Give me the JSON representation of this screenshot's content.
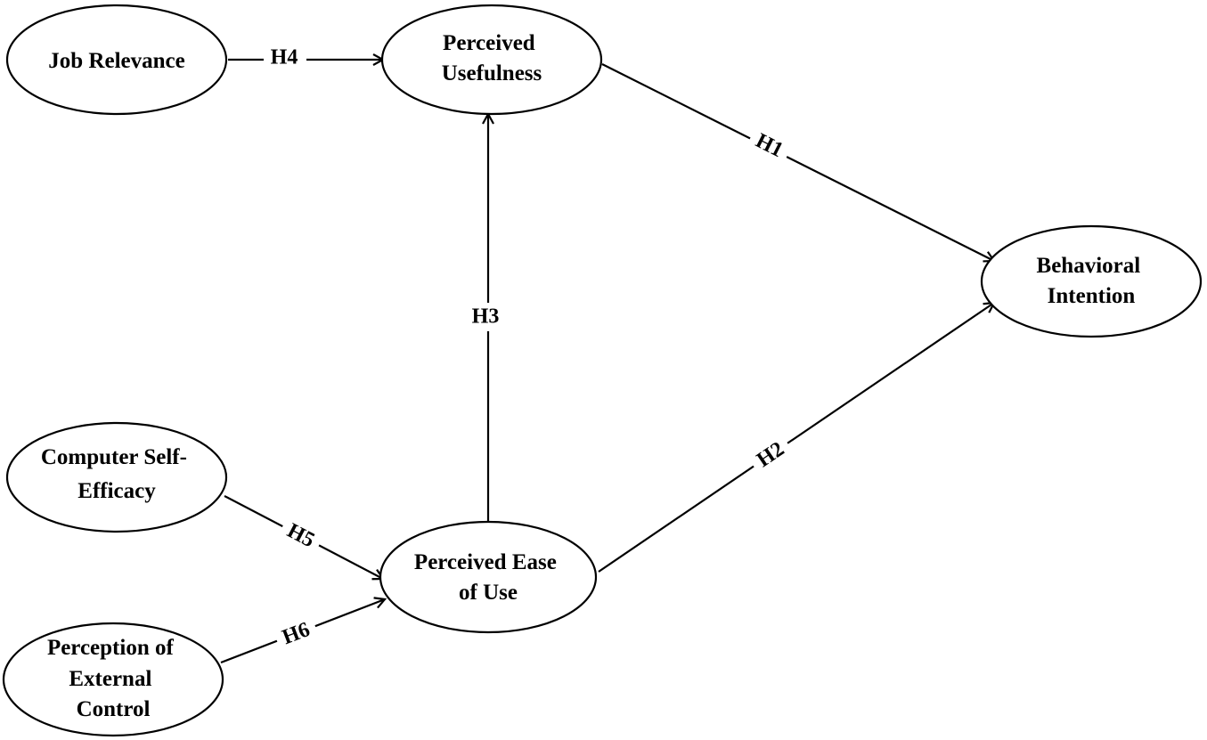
{
  "nodes": {
    "job_relevance": {
      "lines": [
        "Job Relevance"
      ]
    },
    "perceived_usefulness": {
      "lines": [
        "Perceived",
        "Usefulness"
      ]
    },
    "behavioral_intention": {
      "lines": [
        "Behavioral",
        "Intention"
      ]
    },
    "computer_self_efficacy": {
      "lines": [
        "Computer Self-",
        "Efficacy"
      ]
    },
    "perceived_ease_of_use": {
      "lines": [
        "Perceived Ease",
        "of Use"
      ]
    },
    "perception_of_external_control": {
      "lines": [
        "Perception of",
        "External",
        "Control"
      ]
    }
  },
  "edges": {
    "h1": {
      "label": "H1",
      "from": "perceived_usefulness",
      "to": "behavioral_intention"
    },
    "h2": {
      "label": "H2",
      "from": "perceived_ease_of_use",
      "to": "behavioral_intention"
    },
    "h3": {
      "label": "H3",
      "from": "perceived_ease_of_use",
      "to": "perceived_usefulness"
    },
    "h4": {
      "label": "H4",
      "from": "job_relevance",
      "to": "perceived_usefulness"
    },
    "h5": {
      "label": "H5",
      "from": "computer_self_efficacy",
      "to": "perceived_ease_of_use"
    },
    "h6": {
      "label": "H6",
      "from": "perception_of_external_control",
      "to": "perceived_ease_of_use"
    }
  }
}
